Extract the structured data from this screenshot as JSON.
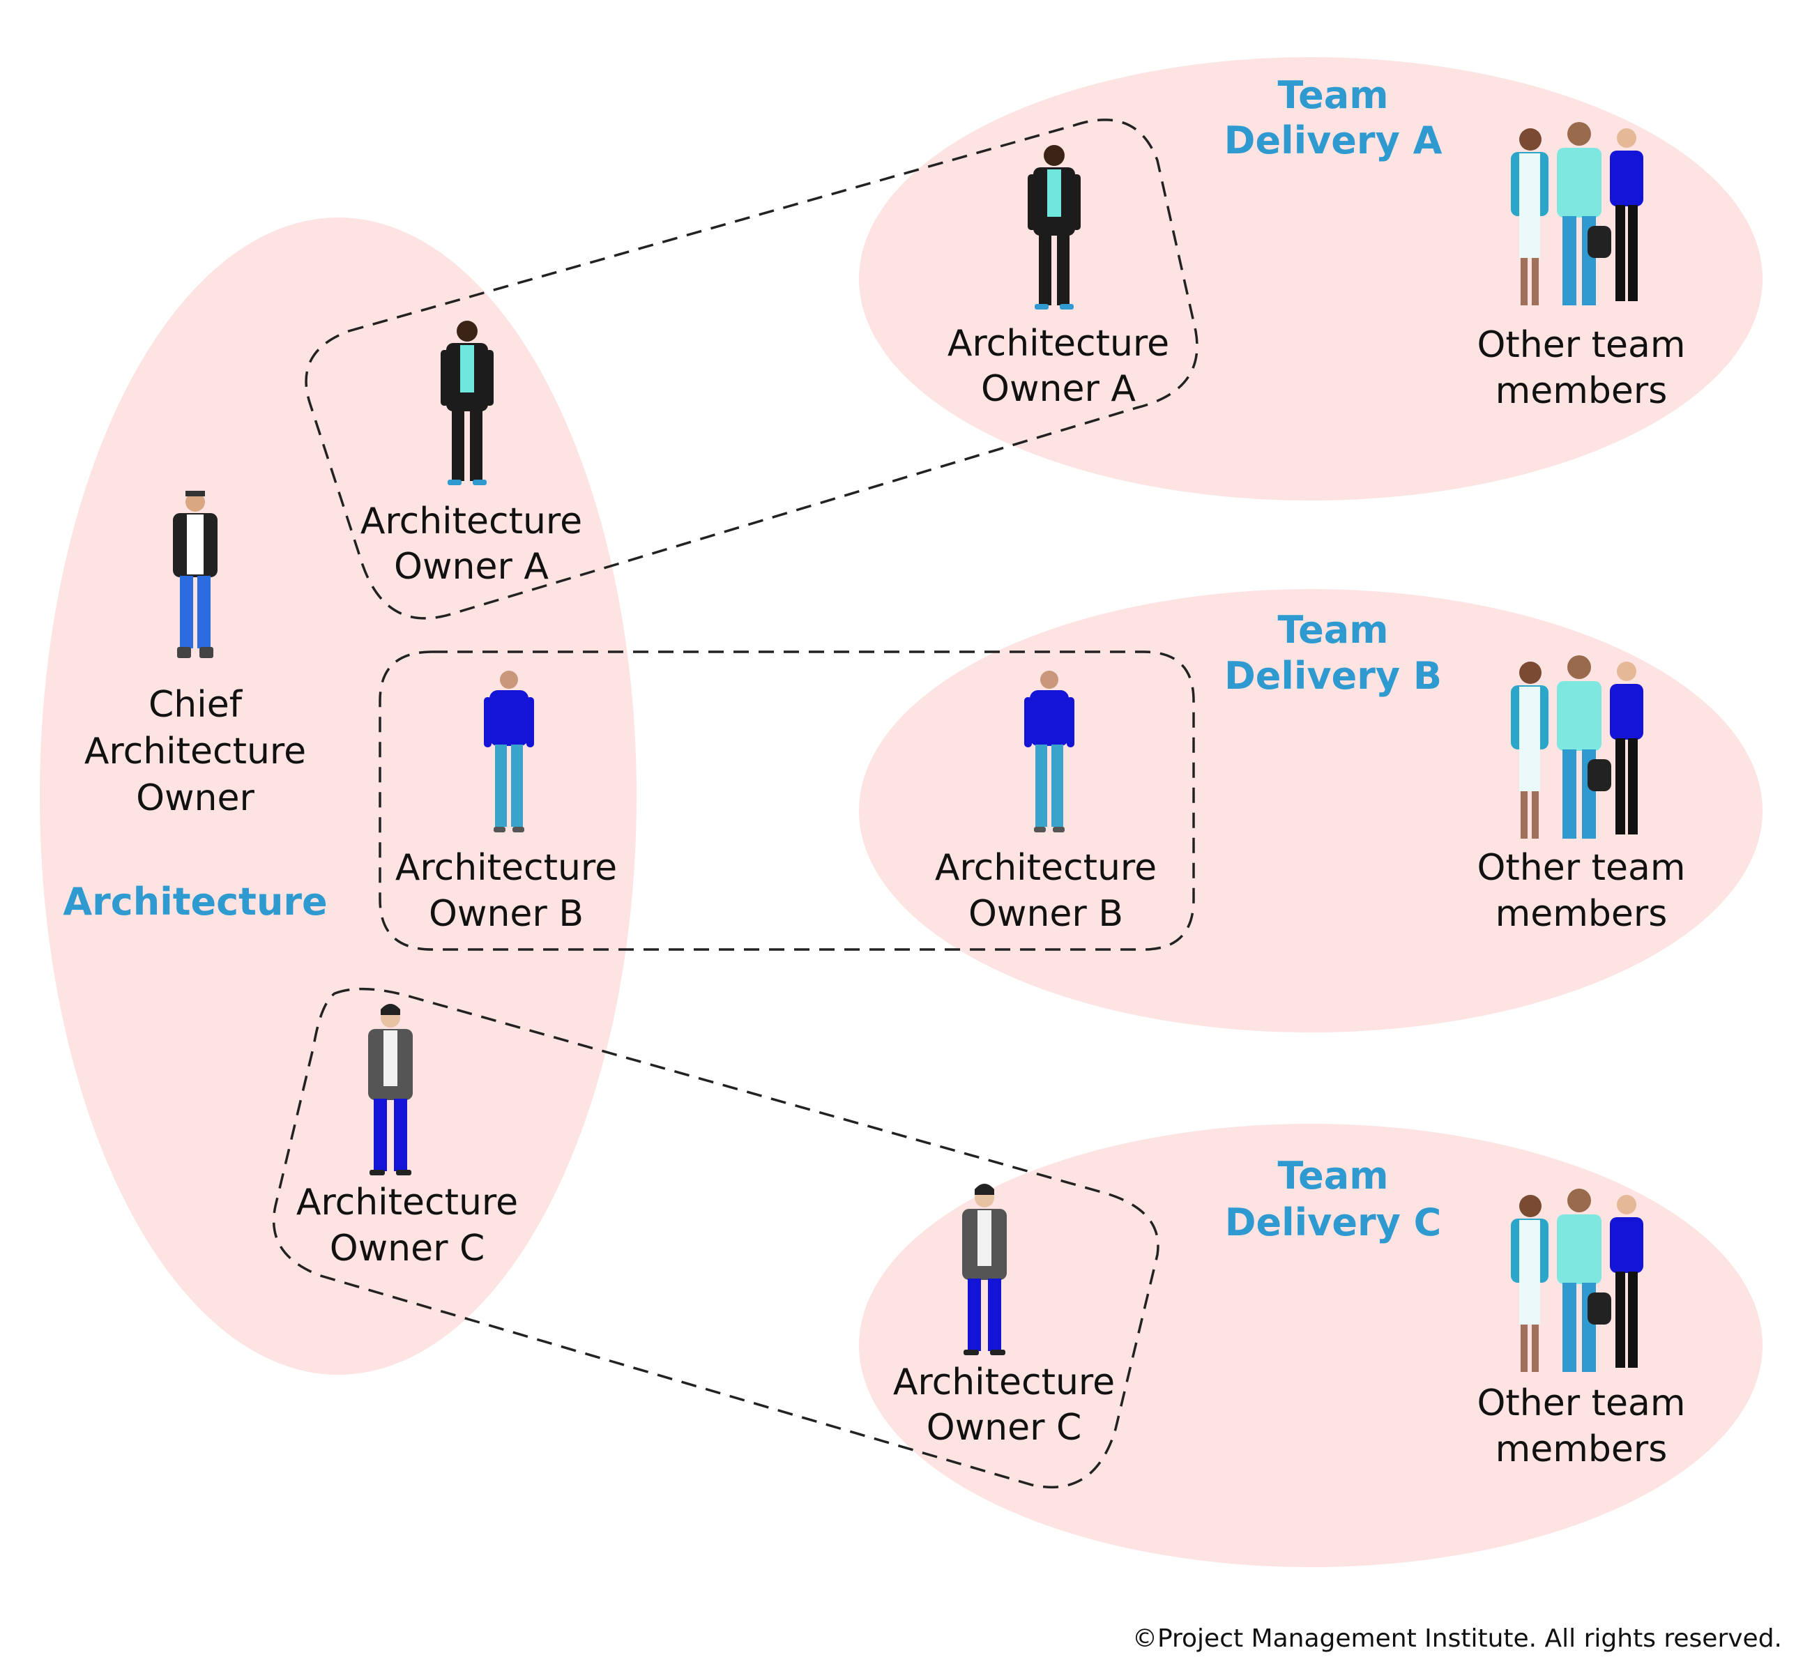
{
  "colors": {
    "ellipse_fill": "#FDE3E1",
    "title_blue": "#2E9AD0",
    "text": "#111111",
    "dash": "#222222"
  },
  "architecture": {
    "title": "Architecture",
    "chief": {
      "line1": "Chief",
      "line2": "Architecture",
      "line3": "Owner"
    },
    "owner_a": {
      "line1": "Architecture",
      "line2": "Owner A"
    },
    "owner_b": {
      "line1": "Architecture",
      "line2": "Owner B"
    },
    "owner_c": {
      "line1": "Architecture",
      "line2": "Owner C"
    }
  },
  "teams": [
    {
      "title1": "Team",
      "title2": "Delivery A",
      "owner1": "Architecture",
      "owner2": "Owner A",
      "others1": "Other team",
      "others2": "members"
    },
    {
      "title1": "Team",
      "title2": "Delivery B",
      "owner1": "Architecture",
      "owner2": "Owner B",
      "others1": "Other team",
      "others2": "members"
    },
    {
      "title1": "Team",
      "title2": "Delivery C",
      "owner1": "Architecture",
      "owner2": "Owner C",
      "others1": "Other team",
      "others2": "members"
    }
  ],
  "copyright": "©Project Management Institute. All rights reserved.",
  "icons": [
    "person-icon",
    "team-group-icon"
  ]
}
